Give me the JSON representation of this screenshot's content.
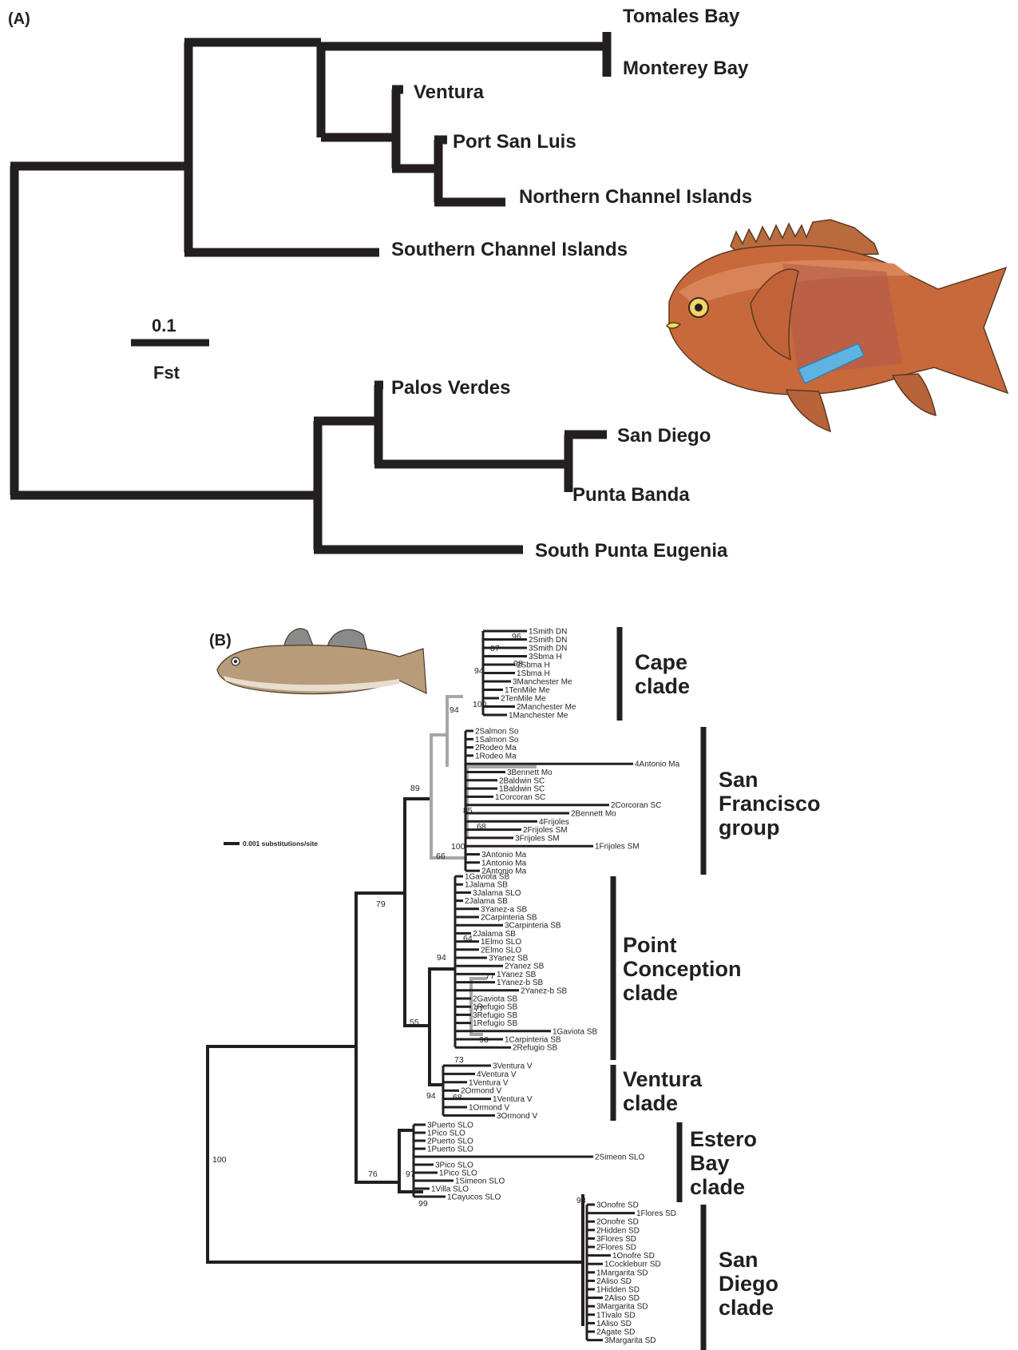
{
  "panelA": {
    "label": "(A)",
    "taxa": {
      "tomales": "Tomales Bay",
      "monterey": "Monterey Bay",
      "ventura": "Ventura",
      "psl": "Port San Luis",
      "nci": "Northern Channel Islands",
      "sci": "Southern Channel Islands",
      "pv": "Palos Verdes",
      "sd": "San Diego",
      "pb": "Punta Banda",
      "spe": "South Punta Eugenia"
    },
    "scale": {
      "value": "0.1",
      "unit": "Fst"
    },
    "illustration": "fish-illustration"
  },
  "panelB": {
    "label": "(B)",
    "scale_label": "0.001 substitutions/site",
    "illustration": "goby-illustration",
    "clades": [
      {
        "id": "cape",
        "lines": [
          "Cape",
          "clade"
        ]
      },
      {
        "id": "sf",
        "lines": [
          "San",
          "Francisco",
          "group"
        ]
      },
      {
        "id": "pc",
        "lines": [
          "Point",
          "Conception",
          "clade"
        ]
      },
      {
        "id": "vent",
        "lines": [
          "Ventura",
          "clade"
        ]
      },
      {
        "id": "estero",
        "lines": [
          "Estero",
          "Bay",
          "clade"
        ]
      },
      {
        "id": "sdc",
        "lines": [
          "San",
          "Diego",
          "clade"
        ]
      }
    ],
    "bootstrap": [
      "100",
      "79",
      "89",
      "94",
      "87",
      "96",
      "94",
      "98",
      "100",
      "85",
      "68",
      "100",
      "66",
      "55",
      "94",
      "64",
      "77",
      "77",
      "96",
      "73",
      "94",
      "68",
      "76",
      "97",
      "99",
      "98"
    ],
    "leaves": {
      "cape": [
        "1Smith DN",
        "2Smith DN",
        "3Smith DN",
        "3Sbma H",
        "2Sbma H",
        "1Sbma H",
        "3Manchester Me",
        "1TenMile Me",
        "2TenMile Me",
        "2Manchester Me",
        "1Manchester Me"
      ],
      "sf": [
        "2Salmon So",
        "1Salmon So",
        "2Rodeo Ma",
        "1Rodeo Ma",
        "4Antonio Ma",
        "3Bennett Mo",
        "2Baldwin SC",
        "1Baldwin SC",
        "1Corcoran SC",
        "2Corcoran SC",
        "2Bennett Mo",
        "4Frijoles",
        "2Frijoles SM",
        "3Frijoles SM",
        "1Frijoles SM",
        "3Antonio Ma",
        "1Antonio Ma",
        "2Antonio Ma"
      ],
      "pc": [
        "1Gaviota SB",
        "1Jalama SB",
        "3Jalama SLO",
        "2Jalama SB",
        "3Yanez-a SB",
        "2Carpinteria SB",
        "3Carpinteria SB",
        "2Jalama SB",
        "1Elmo SLO",
        "2Elmo SLO",
        "3Yanez SB",
        "2Yanez SB",
        "1Yanez SB",
        "1Yanez-b SB",
        "2Yanez-b SB",
        "2Gaviota SB",
        "1Refugio SB",
        "3Refugio SB",
        "1Refugio SB",
        "1Gaviota SB",
        "1Carpinteria SB",
        "2Refugio SB"
      ],
      "vent": [
        "3Ventura V",
        "4Ventura V",
        "1Ventura V",
        "2Ormond V",
        "1Ventura V",
        "1Ormond V",
        "3Ormond V"
      ],
      "estero": [
        "3Puerto SLO",
        "1Pico SLO",
        "2Puerto SLO",
        "1Puerto SLO",
        "2Simeon SLO",
        "3Pico SLO",
        "1Pico SLO",
        "1Simeon SLO",
        "1Villa SLO",
        "1Cayucos SLO"
      ],
      "sdc": [
        "3Onofre SD",
        "1Flores SD",
        "2Onofre SD",
        "2Hidden SD",
        "3Flores SD",
        "2Flores SD",
        "1Onofre SD",
        "1Cockleburr SD",
        "1Margarita SD",
        "2Aliso SD",
        "1Hidden SD",
        "2Aliso SD",
        "3Margarita SD",
        "1Tivalo SD",
        "1Aliso SD",
        "2Agate SD",
        "3Margarita SD"
      ]
    }
  },
  "colors": {
    "ink": "#231f20",
    "grey_branch": "#a6a6a6",
    "fish_body": "#c8693c",
    "fish_blue": "#5fb3e2"
  }
}
